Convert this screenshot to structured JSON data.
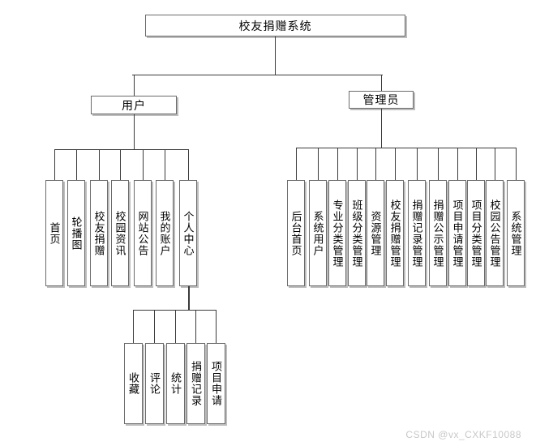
{
  "diagram_title": "校友捐赠系统",
  "watermark": "CSDN @vx_CXKF10088",
  "colors": {
    "background": "#ffffff",
    "box_fill": "#ffffff",
    "box_border": "#6b6b6b",
    "box_shadow": "#bdbdbd",
    "line": "#3b3b3b",
    "text": "#000000",
    "watermark_text": "#c8c8c8"
  },
  "tree": {
    "root": {
      "name": "root",
      "label": "校友捐赠系统"
    },
    "branches": [
      {
        "name": "user",
        "label": "用户",
        "children": [
          {
            "name": "home",
            "label": "首页"
          },
          {
            "name": "carousel",
            "label": "轮播图"
          },
          {
            "name": "alumni-donation",
            "label": "校友捐赠"
          },
          {
            "name": "campus-news",
            "label": "校园资讯"
          },
          {
            "name": "site-announcements",
            "label": "网站公告"
          },
          {
            "name": "my-account",
            "label": "我的账户"
          },
          {
            "name": "personal-center",
            "label": "个人中心",
            "children": [
              {
                "name": "favorites",
                "label": "收藏"
              },
              {
                "name": "comments",
                "label": "评论"
              },
              {
                "name": "statistics",
                "label": "统计"
              },
              {
                "name": "donation-records",
                "label": "捐赠记录"
              },
              {
                "name": "project-application",
                "label": "项目申请"
              }
            ]
          }
        ]
      },
      {
        "name": "admin",
        "label": "管理员",
        "children": [
          {
            "name": "admin-home",
            "label": "后台首页"
          },
          {
            "name": "system-users",
            "label": "系统用户"
          },
          {
            "name": "major-category-mgmt",
            "label": "专业分类管理"
          },
          {
            "name": "class-category-mgmt",
            "label": "班级分类管理"
          },
          {
            "name": "resource-mgmt",
            "label": "资源管理"
          },
          {
            "name": "alumni-donation-mgmt",
            "label": "校友捐赠管理"
          },
          {
            "name": "donation-records-mgmt",
            "label": "捐赠记录管理"
          },
          {
            "name": "donation-publicity-mgmt",
            "label": "捐赠公示管理"
          },
          {
            "name": "project-application-mgmt",
            "label": "项目申请管理"
          },
          {
            "name": "project-category-mgmt",
            "label": "项目分类管理"
          },
          {
            "name": "campus-announcement-mgmt",
            "label": "校园公告管理"
          },
          {
            "name": "system-mgmt",
            "label": "系统管理"
          }
        ]
      }
    ]
  }
}
